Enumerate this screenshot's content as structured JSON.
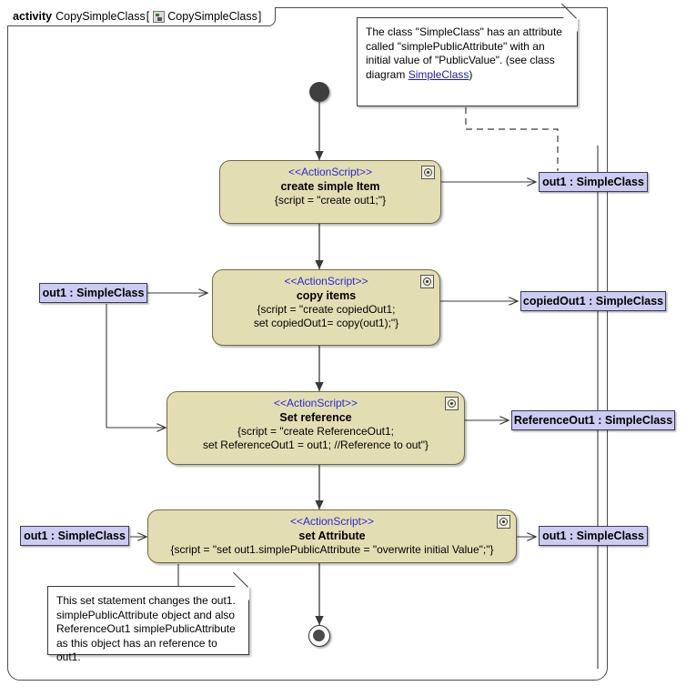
{
  "frame": {
    "keyword": "activity",
    "name": "CopySimpleClass",
    "bracket_open": "[",
    "icon": "activity-diagram-icon",
    "inner_name": "CopySimpleClass",
    "bracket_close": "]"
  },
  "notes": [
    {
      "id": "note-simpleclass",
      "line1": "The class \"SimpleClass\" has an attribute",
      "line2": "called \"simplePublicAttribute\" with an",
      "line3": "initial value of \"PublicValue\". (see class",
      "line4_pre": "diagram ",
      "link": "SimpleClass",
      "line4_post": ")"
    },
    {
      "id": "note-set-statement",
      "line1": "This set statement changes the out1.",
      "line2": "simplePublicAttribute object and also",
      "line3": "ReferenceOut1 simplePublicAttribute",
      "line4": "as this object has an reference to out1."
    }
  ],
  "actions": [
    {
      "id": "create-simple-item",
      "stereotype": "<<ActionScript>>",
      "title": "create simple Item",
      "script": "{script = \"create out1;\"}",
      "icon": "action-script-icon"
    },
    {
      "id": "copy-items",
      "stereotype": "<<ActionScript>>",
      "title": "copy items",
      "script": "{script = \"create copiedOut1;\nset copiedOut1= copy(out1);\"}",
      "icon": "action-script-icon"
    },
    {
      "id": "set-reference",
      "stereotype": "<<ActionScript>>",
      "title": "Set reference",
      "script": "{script = \"create ReferenceOut1;\nset ReferenceOut1 = out1; //Reference to out\"}",
      "icon": "action-script-icon"
    },
    {
      "id": "set-attribute",
      "stereotype": "<<ActionScript>>",
      "title": "set Attribute",
      "script": "{script = \"set out1.simplePublicAttribute = \"overwrite initial Value\";\"}",
      "icon": "action-script-icon"
    }
  ],
  "object_nodes": [
    {
      "id": "out1-right-1",
      "label": "out1 : SimpleClass"
    },
    {
      "id": "out1-left-1",
      "label": "out1 : SimpleClass"
    },
    {
      "id": "copiedout1-right",
      "label": "copiedOut1 : SimpleClass"
    },
    {
      "id": "referenceout1-right",
      "label": "ReferenceOut1 : SimpleClass"
    },
    {
      "id": "out1-left-2",
      "label": "out1 : SimpleClass"
    },
    {
      "id": "out1-right-2",
      "label": "out1 : SimpleClass"
    }
  ],
  "control_nodes": {
    "initial": "initial-node",
    "final": "activity-final-node"
  },
  "colors": {
    "action_fill": "#e3ddb4",
    "action_stroke": "#6f6a45",
    "object_fill": "#ccccf2",
    "object_stroke": "#3a3a5a",
    "stereotype_text": "#2b2bc8",
    "link_text": "#1a1aaa",
    "edge": "#3a3a3a",
    "frame_stroke": "#4a4a4a"
  }
}
